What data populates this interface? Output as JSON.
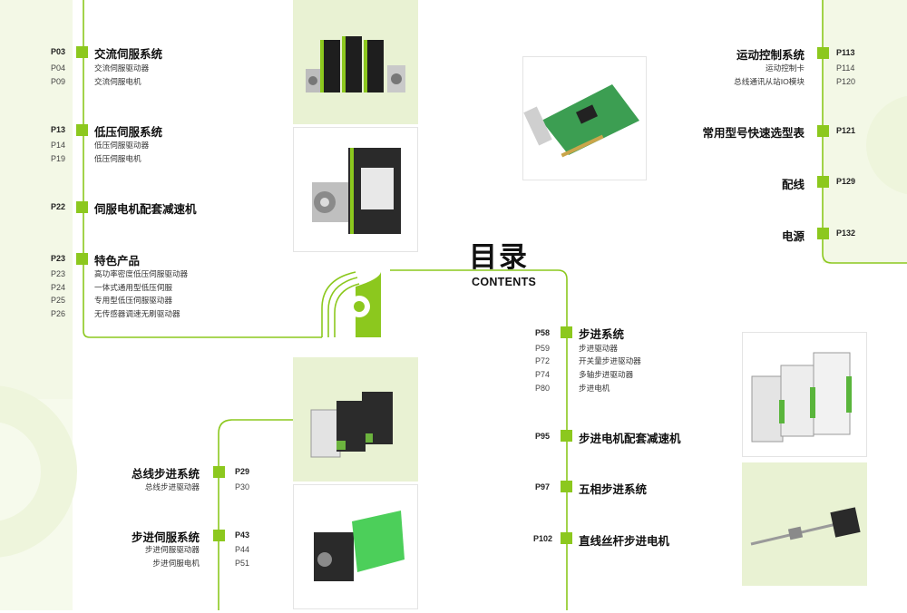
{
  "heading": {
    "title": "目录",
    "subtitle": "CONTENTS"
  },
  "sections": {
    "ac_servo": {
      "page": "P03",
      "title": "交流伺服系统",
      "items": [
        {
          "page": "P04",
          "label": "交流伺服驱动器"
        },
        {
          "page": "P09",
          "label": "交流伺服电机"
        }
      ]
    },
    "lv_servo": {
      "page": "P13",
      "title": "低压伺服系统",
      "items": [
        {
          "page": "P14",
          "label": "低压伺服驱动器"
        },
        {
          "page": "P19",
          "label": "低压伺服电机"
        }
      ]
    },
    "servo_gear": {
      "page": "P22",
      "title": "伺服电机配套减速机"
    },
    "special": {
      "page": "P23",
      "title": "特色产品",
      "items": [
        {
          "page": "P23",
          "label": "高功率密度低压伺服驱动器"
        },
        {
          "page": "P24",
          "label": "一体式通用型低压伺服"
        },
        {
          "page": "P25",
          "label": "专用型低压伺服驱动器"
        },
        {
          "page": "P26",
          "label": "无传感器调速无刷驱动器"
        }
      ]
    },
    "bus_stepper": {
      "page": "P29",
      "title": "总线步进系统",
      "items": [
        {
          "page": "P30",
          "label": "总线步进驱动器"
        }
      ]
    },
    "step_servo": {
      "page": "P43",
      "title": "步进伺服系统",
      "items": [
        {
          "page": "P44",
          "label": "步进伺服驱动器"
        },
        {
          "page": "P51",
          "label": "步进伺服电机"
        }
      ]
    },
    "stepper": {
      "page": "P58",
      "title": "步进系统",
      "items": [
        {
          "page": "P59",
          "label": "步进驱动器"
        },
        {
          "page": "P72",
          "label": "开关量步进驱动器"
        },
        {
          "page": "P74",
          "label": "多轴步进驱动器"
        },
        {
          "page": "P80",
          "label": "步进电机"
        }
      ]
    },
    "stepper_gear": {
      "page": "P95",
      "title": "步进电机配套减速机"
    },
    "five_phase": {
      "page": "P97",
      "title": "五相步进系统"
    },
    "linear": {
      "page": "P102",
      "title": "直线丝杆步进电机"
    },
    "motion": {
      "page": "P113",
      "title": "运动控制系统",
      "items": [
        {
          "page": "P114",
          "label": "运动控制卡"
        },
        {
          "page": "P120",
          "label": "总线通讯从站IO模块"
        }
      ]
    },
    "quick_select": {
      "page": "P121",
      "title": "常用型号快速选型表"
    },
    "wiring": {
      "page": "P129",
      "title": "配线"
    },
    "power": {
      "page": "P132",
      "title": "电源"
    }
  },
  "colors": {
    "accent": "#8cc81e",
    "panel": "#eef5dc",
    "line": "#8cc81e"
  }
}
